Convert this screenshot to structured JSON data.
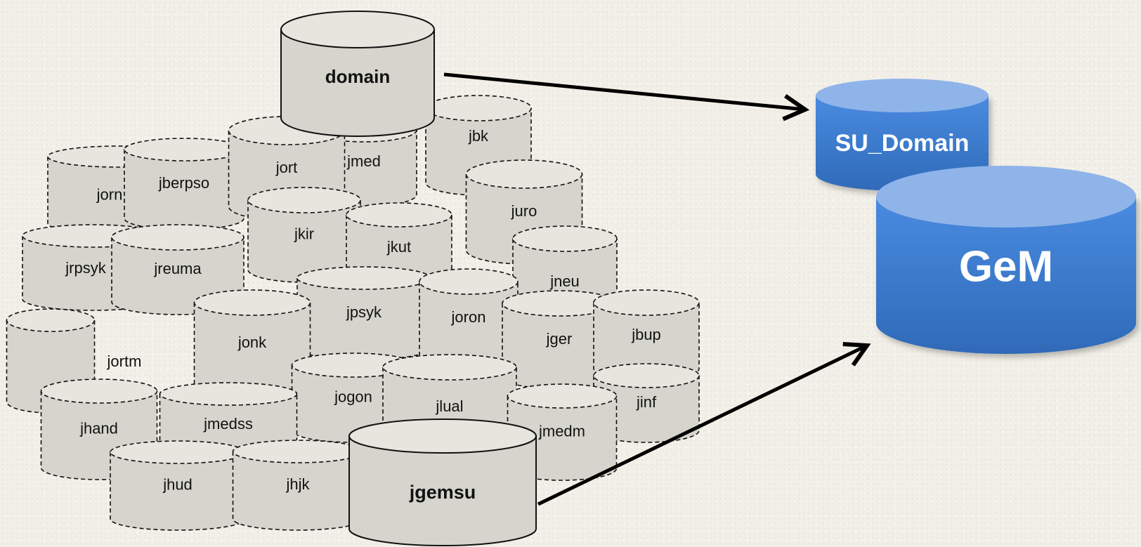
{
  "journal_cylinders": [
    {
      "label": "jorn"
    },
    {
      "label": "jberpso"
    },
    {
      "label": "jbk"
    },
    {
      "label": "jmed"
    },
    {
      "label": "jort"
    },
    {
      "label": "jkir"
    },
    {
      "label": "jkut"
    },
    {
      "label": "juro"
    },
    {
      "label": "jneu"
    },
    {
      "label": "jrpsyk"
    },
    {
      "label": "jreuma"
    },
    {
      "label": "jpsyk"
    },
    {
      "label": "joron"
    },
    {
      "label": "jortm"
    },
    {
      "label": "jonk"
    },
    {
      "label": "jger"
    },
    {
      "label": "jbup"
    },
    {
      "label": "jogon"
    },
    {
      "label": "jlual"
    },
    {
      "label": "jinf"
    },
    {
      "label": "jhand"
    },
    {
      "label": "jmedss"
    },
    {
      "label": "jmedm"
    },
    {
      "label": "jhud"
    },
    {
      "label": "jhjk"
    }
  ],
  "source_domain": {
    "label": "domain"
  },
  "source_jgemsu": {
    "label": "jgemsu"
  },
  "target_su_domain": {
    "label": "SU_Domain"
  },
  "target_gem": {
    "label": "GeM"
  },
  "colors": {
    "gray_fill": "#d6d5cd",
    "gray_top": "#e6e5de",
    "blue_body": "#3f7fd0",
    "blue_top": "#8fb4ea",
    "arrow": "#000000"
  }
}
